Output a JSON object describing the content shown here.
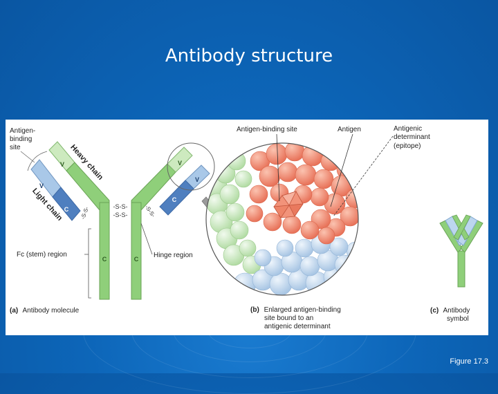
{
  "slide": {
    "title": "Antibody structure",
    "figure_number": "Figure 17.3"
  },
  "panel_a": {
    "caption_letter": "(a)",
    "caption": "Antibody molecule",
    "labels": {
      "antigen_binding_site": [
        "Antigen-",
        "binding",
        "site"
      ],
      "heavy_chain": "Heavy chain",
      "light_chain": "Light chain",
      "fc_region": "Fc (stem) region",
      "hinge_region": "Hinge region"
    },
    "domains": {
      "variable": "V",
      "constant": "C"
    },
    "bonds": {
      "disulfide": "-S-S-"
    }
  },
  "panel_b": {
    "caption_letter": "(b)",
    "caption": [
      "Enlarged antigen-binding",
      "site bound to an",
      "antigenic determinant"
    ],
    "labels": {
      "antigen_binding_site": "Antigen-binding site",
      "antigen": "Antigen",
      "antigenic_determinant": [
        "Antigenic",
        "determinant",
        "(epitope)"
      ]
    }
  },
  "panel_c": {
    "caption_letter": "(c)",
    "caption": [
      "Antibody",
      "symbol"
    ]
  },
  "colors": {
    "background": "#0d66b9",
    "heavy_chain": "#8fcf7a",
    "light_chain_variable": "#a9c8e8",
    "light_chain_constant": "#4f7fbf",
    "antigen": "#f08a6e",
    "binding_site_green": "#bfe3b1",
    "binding_site_blue": "#bcd6ee"
  }
}
